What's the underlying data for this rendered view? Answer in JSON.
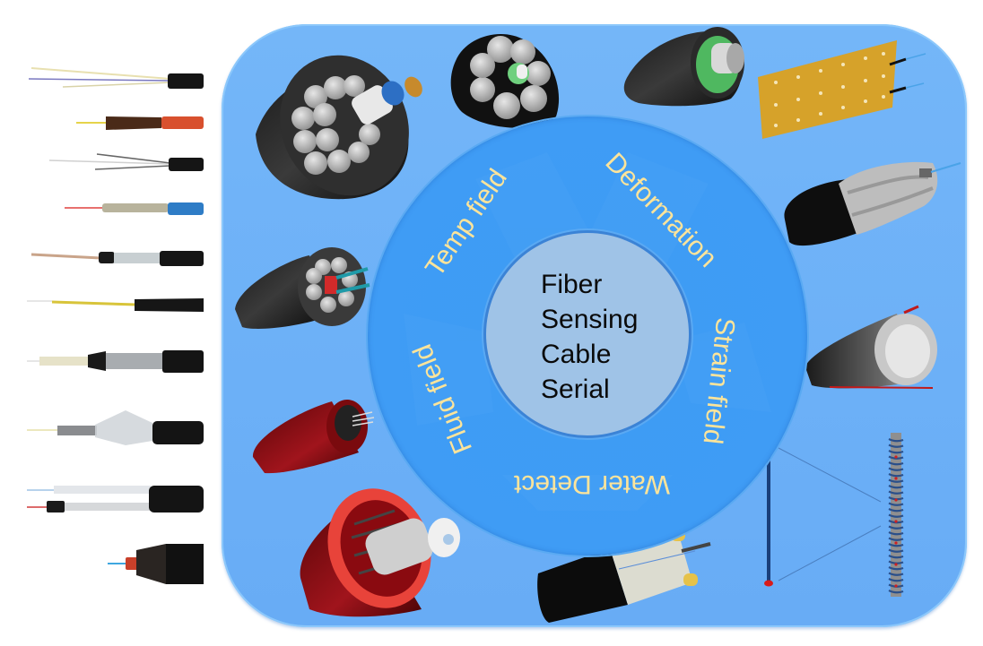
{
  "diagram": {
    "center": {
      "lines": [
        "Fiber",
        "Sensing",
        "Cable",
        "Serial"
      ]
    },
    "ring_labels": [
      {
        "id": "temp",
        "text": "Temp field"
      },
      {
        "id": "deformation",
        "text": "Deformation"
      },
      {
        "id": "strain",
        "text": "Strain field"
      },
      {
        "id": "water",
        "text": "Water Detect"
      },
      {
        "id": "fluid",
        "text": "Fluid field"
      }
    ],
    "colors": {
      "panel": "#6fb1f7",
      "ring": "#3f9cf5",
      "core": "#9fc3e7",
      "label_text": "#fde49a",
      "core_text": "#0a0a0a"
    },
    "left_cable_photos": [
      {
        "name": "bare-fiber-bundle",
        "jacket": "black"
      },
      {
        "name": "braided-fiber-orange",
        "jacket": "orange"
      },
      {
        "name": "wire-armored-fiber",
        "jacket": "black"
      },
      {
        "name": "braided-fiber-blue",
        "jacket": "blue"
      },
      {
        "name": "tube-fiber",
        "jacket": "black"
      },
      {
        "name": "yellow-tight-buffer",
        "jacket": "black"
      },
      {
        "name": "steel-tube-fiber",
        "jacket": "black"
      },
      {
        "name": "spiral-armored-fiber",
        "jacket": "black"
      },
      {
        "name": "dual-tube-fiber",
        "jacket": "black"
      },
      {
        "name": "stranded-red-core",
        "jacket": "black"
      }
    ],
    "renders": [
      "stranded-steel-cable",
      "seven-strand-cable",
      "green-core-cable",
      "perforated-strip-sensor",
      "twisted-strand-cable",
      "multi-tube-cable",
      "hollow-tube-cable",
      "red-sheath-cable",
      "red-armored-cable",
      "flat-drop-cable",
      "spiral-wound-sensor"
    ]
  }
}
